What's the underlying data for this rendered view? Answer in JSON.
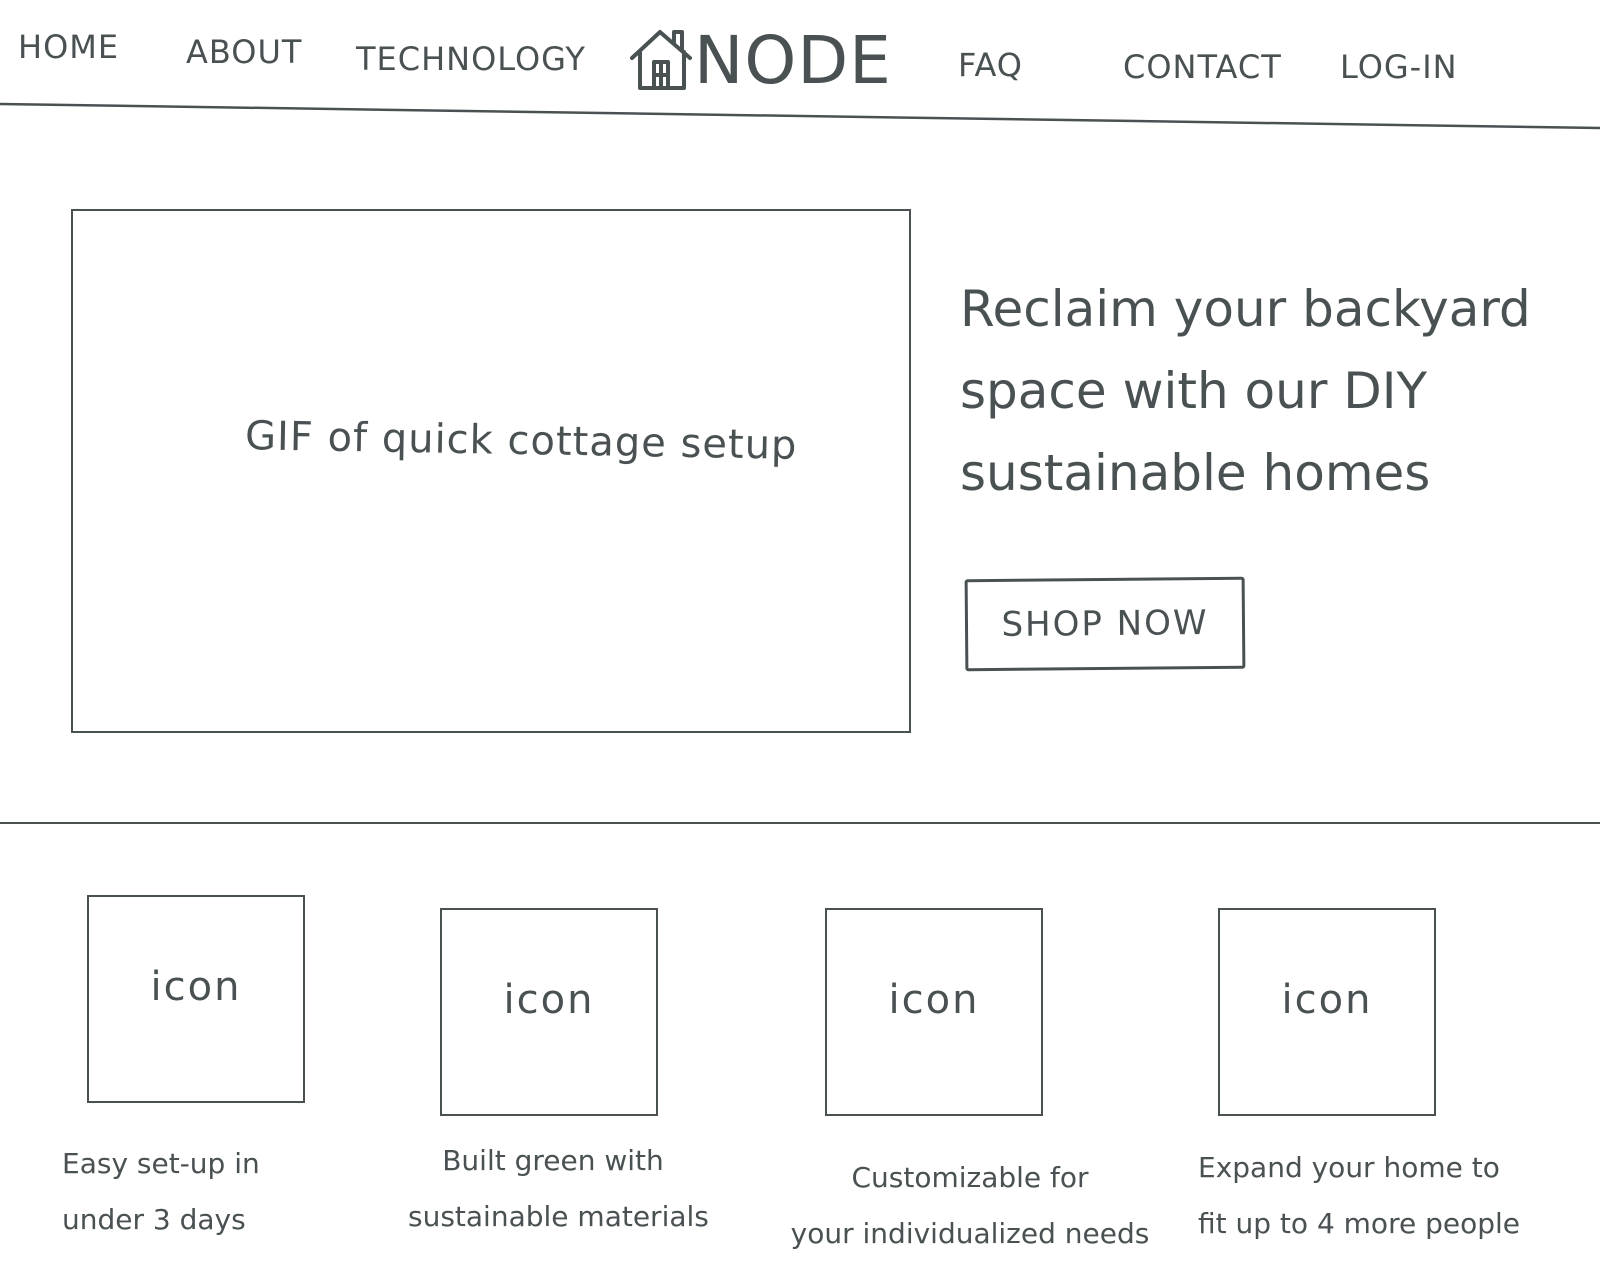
{
  "nav": {
    "left_items": [
      {
        "label": "HOME"
      },
      {
        "label": "ABOUT"
      },
      {
        "label": "TECHNOLOGY"
      }
    ],
    "right_items": [
      {
        "label": "FAQ"
      },
      {
        "label": "CONTACT"
      },
      {
        "label": "LOG-IN"
      }
    ],
    "logo": {
      "text": "NODE",
      "icon": "house-icon"
    }
  },
  "hero": {
    "media_placeholder": "GIF of quick cottage setup",
    "headline": "Reclaim your backyard space with our DIY sustainable homes",
    "cta_label": "SHOP NOW"
  },
  "features": [
    {
      "icon_label": "icon",
      "caption": "Easy set-up in under 3 days",
      "caption_lines": [
        "Easy set-up in",
        "under 3 days"
      ]
    },
    {
      "icon_label": "icon",
      "caption": "Built green with sustainable materials",
      "caption_lines": [
        "Built green with",
        "sustainable materials"
      ]
    },
    {
      "icon_label": "icon",
      "caption": "Customizable for your individualized needs",
      "caption_lines": [
        "Customizable for",
        "your individualized needs"
      ]
    },
    {
      "icon_label": "icon",
      "caption": "Expand your home to fit up to 4 more people",
      "caption_lines": [
        "Expand your home to",
        "fit up to 4 more people"
      ]
    }
  ],
  "colors": {
    "ink": "#4a5153",
    "background": "#ffffff"
  }
}
